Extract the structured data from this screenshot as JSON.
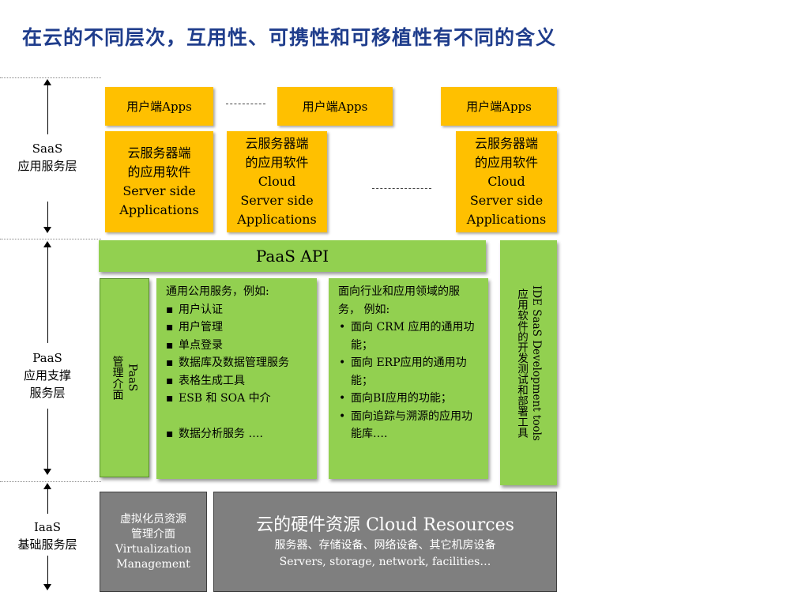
{
  "title": "在云的不同层次，互用性、可携性和可移植性有不同的含义",
  "layers": {
    "saas": {
      "line1": "SaaS",
      "line2": "应用服务层"
    },
    "paas": {
      "line1": "PaaS",
      "line2": "应用支撑",
      "line3": "服务层"
    },
    "iaas": {
      "line1": "IaaS",
      "line2": "基础服务层"
    }
  },
  "saas": {
    "client_apps": [
      "用户端Apps",
      "用户端Apps",
      "用户端Apps"
    ],
    "server_app_1": [
      "云服务器端",
      "的应用软件",
      "Server side",
      "Applications"
    ],
    "server_app_2": [
      "云服务器端",
      "的应用软件",
      "Cloud",
      "Server side",
      "Applications"
    ],
    "server_app_3": [
      "云服务器端",
      "的应用软件",
      "Cloud",
      "Server side",
      "Applications"
    ]
  },
  "paas": {
    "api": "PaaS API",
    "mgmt_interface": "PaaS\n管理介面",
    "common_services": {
      "heading": "通用公用服务，例如:",
      "items": [
        "用户认证",
        "用户管理",
        "单点登录",
        "数据库及数据管理服务",
        "表格生成工具",
        "ESB 和 SOA 中介",
        "数据分析服务 …."
      ]
    },
    "industry_services": {
      "heading": "面向行业和应用领域的服务， 例如:",
      "items": [
        "面向 CRM 应用的通用功能；",
        "面向 ERP应用的通用功能；",
        "面向BI应用的功能；",
        "面向追踪与溯源的应用功能库…."
      ]
    },
    "dev_tools": "IDE SaaS Development tools\n应用软件的开发测试和部署工具"
  },
  "iaas": {
    "virtualization": [
      "虚拟化员资源",
      "管理介面",
      "Virtualization",
      "Management"
    ],
    "cloud_resources": {
      "title": "云的硬件资源 Cloud Resources",
      "subtitle_cn": "服务器、存储设备、网络设备、其它机房设备",
      "subtitle_en": "Servers, storage, network, facilities…"
    }
  },
  "colors": {
    "title": "#1f3d8c",
    "saas_box": "#ffc000",
    "paas_box": "#92d050",
    "iaas_box": "#7f7f7f"
  }
}
